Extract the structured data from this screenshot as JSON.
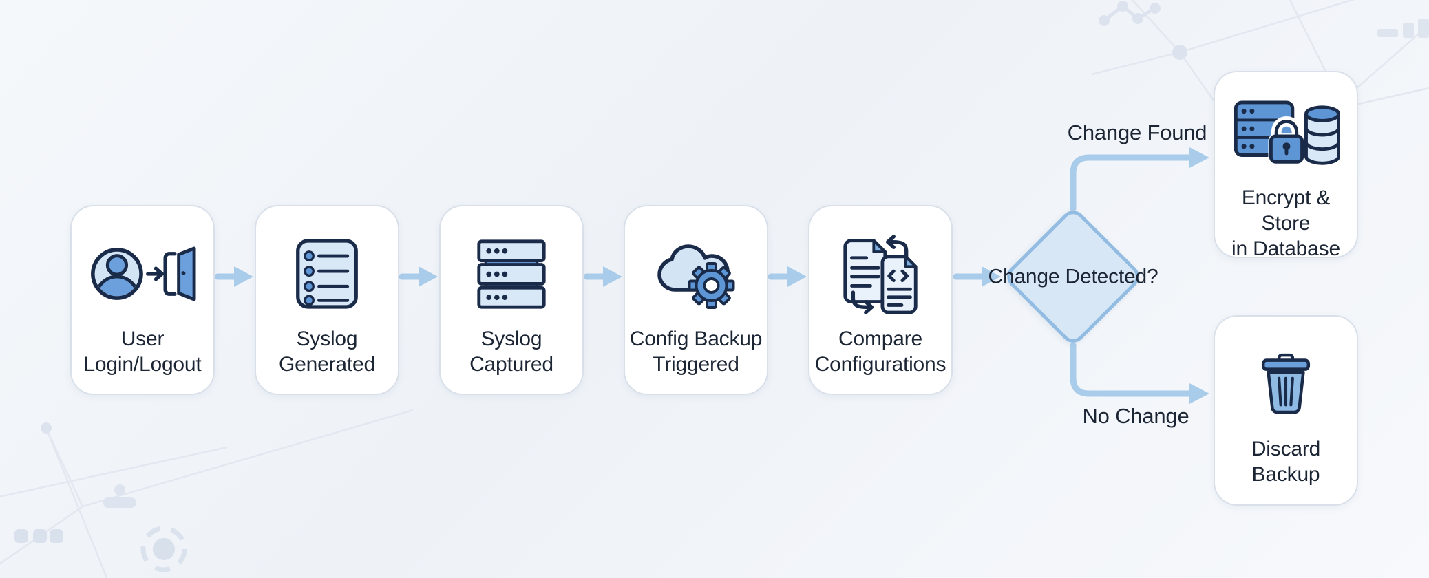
{
  "flow": {
    "nodes": [
      {
        "id": "user-login-logout",
        "line1": "User",
        "line2": "Login/Logout",
        "icon": "user-door-icon"
      },
      {
        "id": "syslog-generated",
        "line1": "Syslog",
        "line2": "Generated",
        "icon": "log-list-icon"
      },
      {
        "id": "syslog-captured",
        "line1": "Syslog",
        "line2": "Captured",
        "icon": "server-stack-icon"
      },
      {
        "id": "config-backup-triggered",
        "line1": "Config Backup",
        "line2": "Triggered",
        "icon": "cloud-gear-icon"
      },
      {
        "id": "compare-configurations",
        "line1": "Compare",
        "line2": "Configurations",
        "icon": "compare-documents-icon"
      }
    ],
    "decision": {
      "id": "change-detected",
      "line1": "Change",
      "line2": "Detected?"
    },
    "branch_yes_label": "Change Found",
    "branch_no_label": "No Change",
    "outcome_yes": {
      "id": "encrypt-store-database",
      "line1": "Encrypt & Store",
      "line2": "in Database",
      "icon": "secure-server-database-icon"
    },
    "outcome_no": {
      "id": "discard-backup",
      "line1": "Discard",
      "line2": "Backup",
      "icon": "trash-icon"
    }
  },
  "colors": {
    "connector": "#a9ccea",
    "diamond_fill": "#d8e7f6",
    "diamond_border": "#93bce2",
    "box_border": "#d9e0ea",
    "icon_outline": "#1a2b4a",
    "icon_blue": "#5e96d5",
    "icon_light_blue": "#d3e4f5",
    "text": "#1b2534"
  }
}
